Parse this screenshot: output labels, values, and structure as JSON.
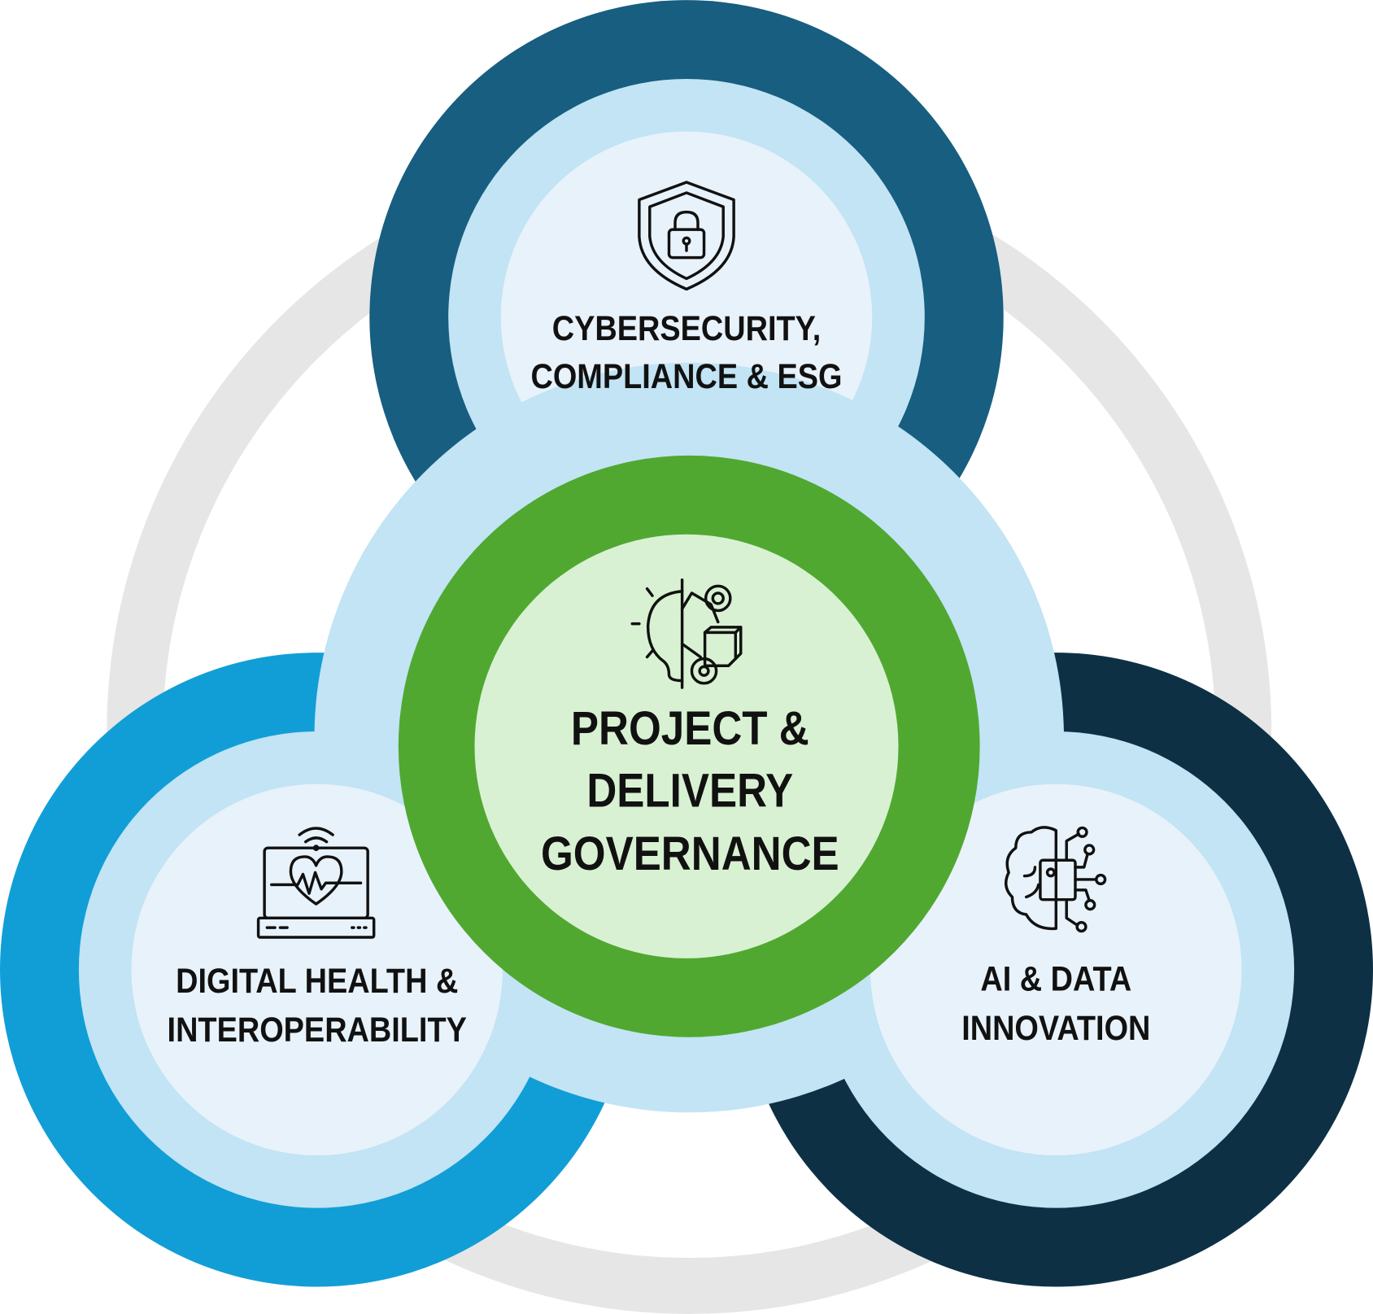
{
  "center": {
    "lines": [
      "PROJECT &",
      "DELIVERY",
      "GOVERNANCE"
    ],
    "icon": "idea-gears-icon"
  },
  "pillars": [
    {
      "lines": [
        "CYBERSECURITY,",
        "COMPLIANCE & ESG"
      ],
      "icon": "shield-lock-icon",
      "color": "#175e80"
    },
    {
      "lines": [
        "DIGITAL HEALTH &",
        "INTEROPERABILITY"
      ],
      "icon": "laptop-heartbeat-icon",
      "color": "#119ed6"
    },
    {
      "lines": [
        "AI & DATA",
        "INNOVATION"
      ],
      "icon": "ai-brain-chip-icon",
      "color": "#0d3045"
    }
  ],
  "colors": {
    "light": "#c2e4f4",
    "pale": "#e8f2fa",
    "green": "#50a831",
    "green_pale": "#d8f1d2",
    "ring": "#e6e6e6"
  }
}
